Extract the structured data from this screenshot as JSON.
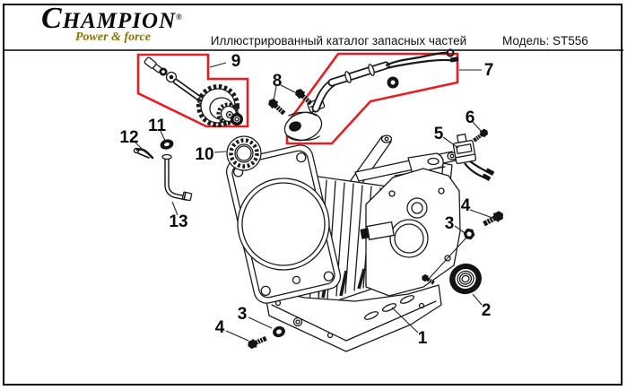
{
  "header": {
    "brand_name": "CHAMPION",
    "brand_mark": "®",
    "brand_tagline": "Power & force",
    "brand_gold": "#8a7300",
    "title": "Иллюстрированный каталог запасных частей",
    "model_label": "Модель:",
    "model_value": "ST556"
  },
  "diagram": {
    "type": "exploded-parts-diagram",
    "highlight_color": "#e31e24",
    "highlighted_parts": [
      "7",
      "9"
    ],
    "callouts": [
      {
        "id": "callout-1",
        "number": "1"
      },
      {
        "id": "callout-2",
        "number": "2"
      },
      {
        "id": "callout-3-right",
        "number": "3"
      },
      {
        "id": "callout-3-bottom",
        "number": "3"
      },
      {
        "id": "callout-4-right",
        "number": "4"
      },
      {
        "id": "callout-4-bottom",
        "number": "4"
      },
      {
        "id": "callout-5",
        "number": "5"
      },
      {
        "id": "callout-6",
        "number": "6"
      },
      {
        "id": "callout-7",
        "number": "7"
      },
      {
        "id": "callout-8",
        "number": "8"
      },
      {
        "id": "callout-9",
        "number": "9"
      },
      {
        "id": "callout-10",
        "number": "10"
      },
      {
        "id": "callout-11",
        "number": "11"
      },
      {
        "id": "callout-12",
        "number": "12"
      },
      {
        "id": "callout-13",
        "number": "13"
      }
    ]
  }
}
